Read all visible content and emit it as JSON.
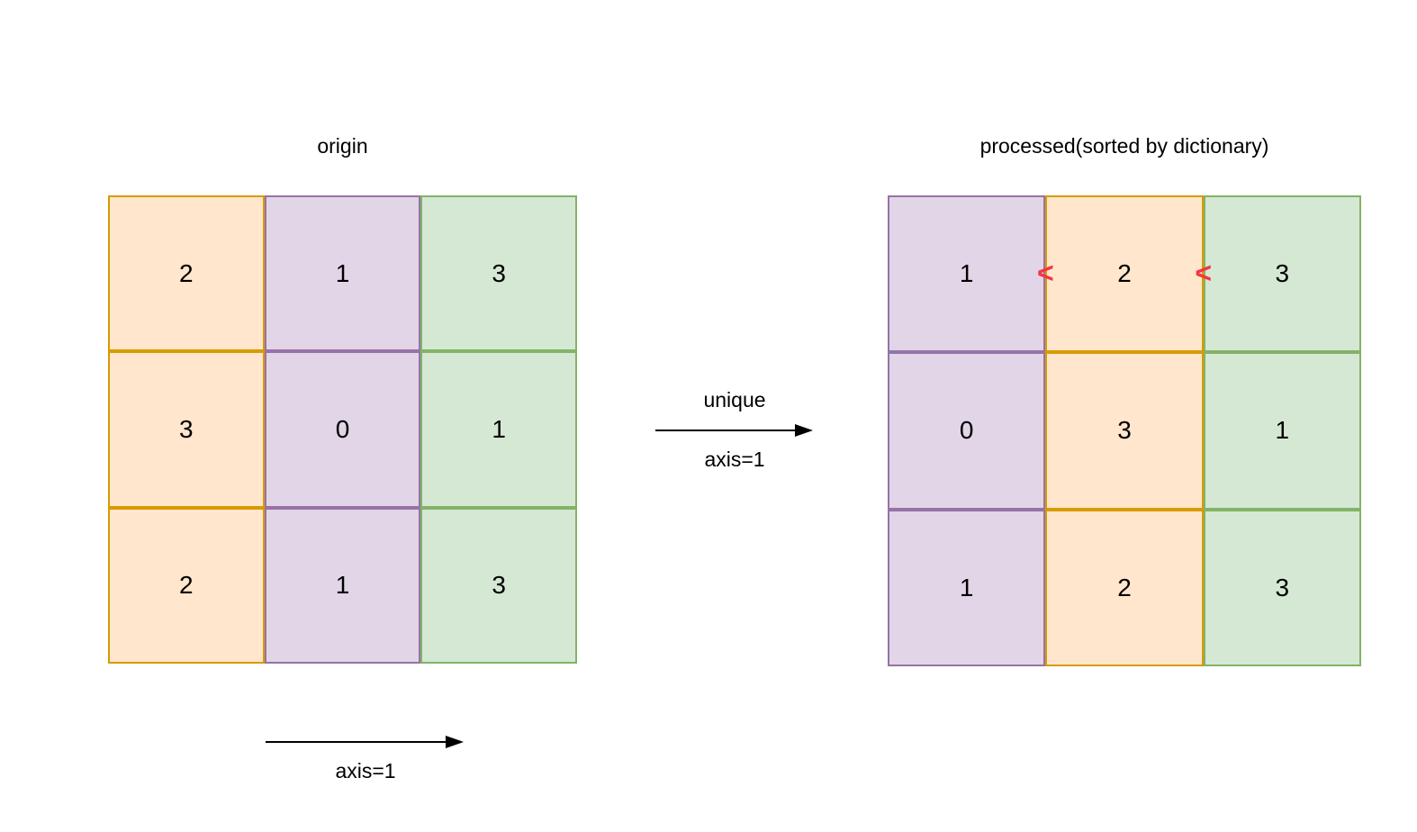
{
  "origin_matrix": {
    "title": "origin",
    "column_order": [
      "orange",
      "purple",
      "green"
    ],
    "rows": [
      [
        "2",
        "1",
        "3"
      ],
      [
        "3",
        "0",
        "1"
      ],
      [
        "2",
        "1",
        "3"
      ]
    ]
  },
  "processed_matrix": {
    "title": "processed(sorted by dictionary)",
    "column_order": [
      "purple",
      "orange",
      "green"
    ],
    "rows": [
      [
        "1",
        "2",
        "3"
      ],
      [
        "0",
        "3",
        "1"
      ],
      [
        "1",
        "2",
        "3"
      ]
    ],
    "comparators": [
      {
        "symbol": "<"
      },
      {
        "symbol": "<"
      }
    ]
  },
  "transform": {
    "top_label": "unique",
    "bottom_label": "axis=1"
  },
  "axis_annotation": {
    "label": "axis=1"
  },
  "colors": {
    "orange_fill": "#ffe6cc",
    "orange_stroke": "#d79b00",
    "purple_fill": "#e1d5e7",
    "purple_stroke": "#9673a6",
    "green_fill": "#d5e8d4",
    "green_stroke": "#82b366",
    "comparator_red": "#f4353f",
    "arrow_black": "#000000",
    "background": "#ffffff"
  }
}
